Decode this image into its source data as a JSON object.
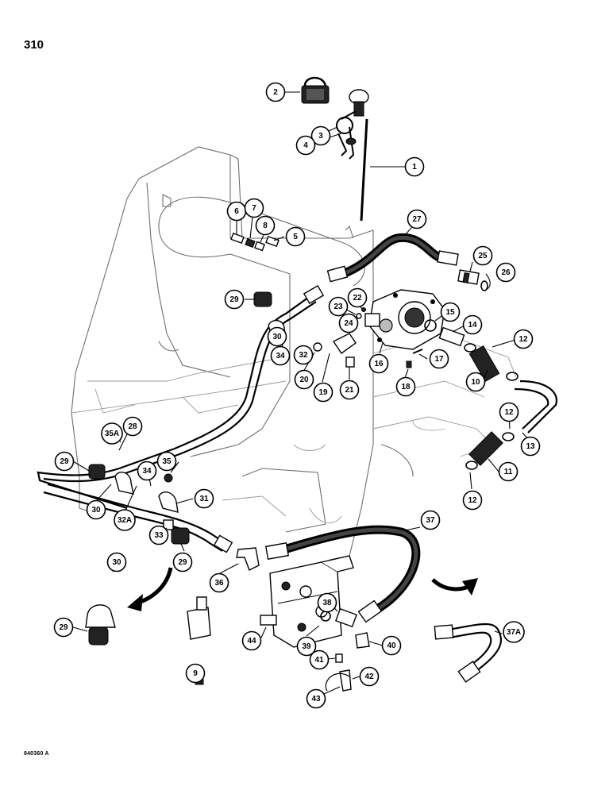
{
  "page": {
    "number": "310",
    "reference_code": "840360 A"
  },
  "callouts": [
    {
      "label": "1"
    },
    {
      "label": "2"
    },
    {
      "label": "3"
    },
    {
      "label": "4"
    },
    {
      "label": "5"
    },
    {
      "label": "6"
    },
    {
      "label": "7"
    },
    {
      "label": "8"
    },
    {
      "label": "9"
    },
    {
      "label": "10"
    },
    {
      "label": "11"
    },
    {
      "label": "12"
    },
    {
      "label": "12"
    },
    {
      "label": "12"
    },
    {
      "label": "13"
    },
    {
      "label": "14"
    },
    {
      "label": "15"
    },
    {
      "label": "16"
    },
    {
      "label": "17"
    },
    {
      "label": "18"
    },
    {
      "label": "19"
    },
    {
      "label": "20"
    },
    {
      "label": "21"
    },
    {
      "label": "22"
    },
    {
      "label": "23"
    },
    {
      "label": "24"
    },
    {
      "label": "25"
    },
    {
      "label": "26"
    },
    {
      "label": "27"
    },
    {
      "label": "28"
    },
    {
      "label": "29"
    },
    {
      "label": "29"
    },
    {
      "label": "29"
    },
    {
      "label": "29"
    },
    {
      "label": "30"
    },
    {
      "label": "30"
    },
    {
      "label": "30"
    },
    {
      "label": "31"
    },
    {
      "label": "32"
    },
    {
      "label": "32A"
    },
    {
      "label": "33"
    },
    {
      "label": "34"
    },
    {
      "label": "34"
    },
    {
      "label": "35"
    },
    {
      "label": "35A"
    },
    {
      "label": "36"
    },
    {
      "label": "37"
    },
    {
      "label": "37A"
    },
    {
      "label": "38"
    },
    {
      "label": "39"
    },
    {
      "label": "40"
    },
    {
      "label": "41"
    },
    {
      "label": "42"
    },
    {
      "label": "43"
    },
    {
      "label": "44"
    }
  ]
}
